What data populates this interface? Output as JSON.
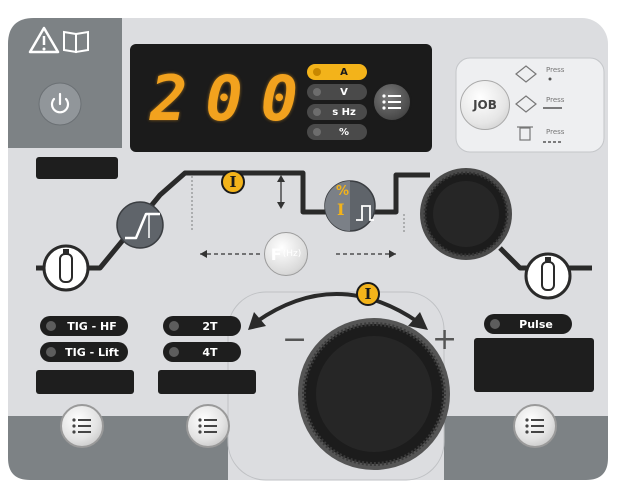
{
  "display": {
    "value": "200",
    "unit_indicators": [
      {
        "label": "A",
        "active": true
      },
      {
        "label": "V",
        "active": false
      },
      {
        "label": "s  Hz",
        "active": false
      },
      {
        "label": "%",
        "active": false
      }
    ]
  },
  "job": {
    "label": "JOB",
    "press_labels": [
      "Press",
      "Press",
      "Press"
    ]
  },
  "curve": {
    "current_symbol": "I",
    "pulse_symbol_top": "%",
    "pulse_symbol_bottom": "I",
    "frequency_label": "F",
    "frequency_unit": "(Hz)"
  },
  "modes": {
    "ignition": [
      {
        "label": "TIG - HF"
      },
      {
        "label": "TIG - Lift"
      }
    ],
    "trigger": [
      {
        "label": "2T"
      },
      {
        "label": "4T"
      }
    ],
    "pulse": {
      "label": "Pulse"
    }
  },
  "knob": {
    "minus": "−",
    "plus": "+",
    "current_symbol": "I"
  },
  "colors": {
    "panel": "#dcdde0",
    "dark": "#7d8285",
    "accent": "#f3b31a",
    "lcd": "#1b1b1b",
    "digits": "#f2a21e"
  },
  "icons": [
    "warning-icon",
    "manual-book-icon",
    "power-icon",
    "menu-list-icon",
    "gas-cylinder-icon"
  ]
}
